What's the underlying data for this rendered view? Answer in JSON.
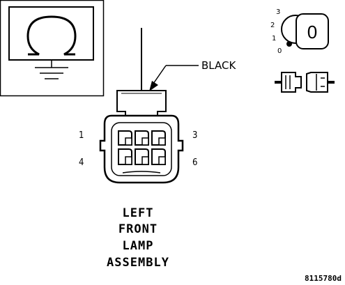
{
  "diagram": {
    "meter_symbol": "ohm",
    "wire_color_label": "BLACK",
    "pin_labels": {
      "p1": "1",
      "p3": "3",
      "p4": "4",
      "p6": "6"
    },
    "component_title": [
      "LEFT",
      "FRONT",
      "LAMP",
      "ASSEMBLY"
    ],
    "ignition_positions": [
      "3",
      "2",
      "1",
      "0"
    ],
    "ignition_key_mark": "0",
    "figure_id": "8115780d"
  }
}
